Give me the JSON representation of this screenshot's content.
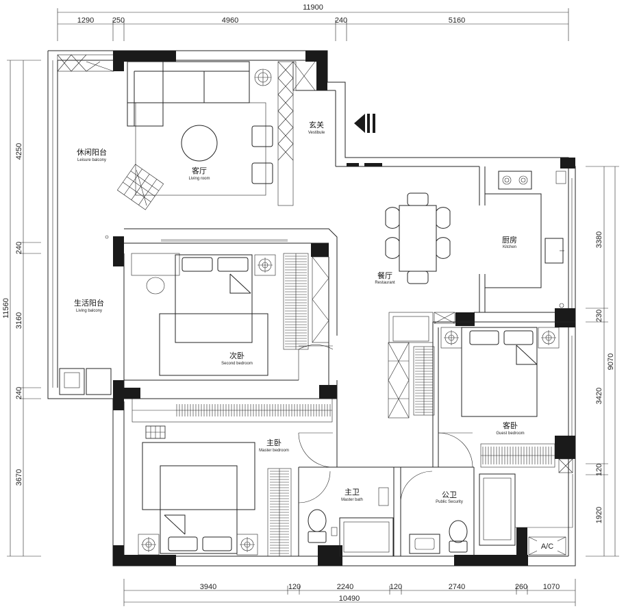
{
  "dimensions": {
    "top_total": "11900",
    "top": [
      "1290",
      "250",
      "4960",
      "240",
      "5160"
    ],
    "bottom_total": "10490",
    "bottom": [
      "3940",
      "120",
      "2240",
      "120",
      "2740",
      "260",
      "1070"
    ],
    "left_total": "11560",
    "left": [
      "4250",
      "240",
      "3160",
      "240",
      "3670"
    ],
    "right_total": "9070",
    "right": [
      "3380",
      "230",
      "3420",
      "120",
      "1920"
    ]
  },
  "rooms": {
    "leisure_balcony": {
      "zh": "休闲阳台",
      "en": "Leisure balcony"
    },
    "living_room": {
      "zh": "客厅",
      "en": "Living room"
    },
    "vestibule": {
      "zh": "玄关",
      "en": "Vestibule"
    },
    "living_balcony": {
      "zh": "生活阳台",
      "en": "Living balcony"
    },
    "kitchen": {
      "zh": "厨房",
      "en": "Kitchen"
    },
    "restaurant": {
      "zh": "餐厅",
      "en": "Restaurant"
    },
    "second_bedroom": {
      "zh": "次卧",
      "en": "Second bedroom"
    },
    "guest_bedroom": {
      "zh": "客卧",
      "en": "Guest bedroom"
    },
    "master_bedroom": {
      "zh": "主卧",
      "en": "Master bedroom"
    },
    "master_bath": {
      "zh": "主卫",
      "en": "Master bath"
    },
    "public_security": {
      "zh": "公卫",
      "en": "Public Security"
    }
  },
  "equipment": {
    "ac_label": "A/C"
  },
  "icons": [
    "entrance-arrow-icon",
    "lamp-icon",
    "stove-icon",
    "sink-icon",
    "toilet-icon",
    "washing-machine-icon",
    "door-swing-icon",
    "wardrobe-icon",
    "bed-icon",
    "sofa-icon",
    "dining-table-icon",
    "bathtub-icon"
  ]
}
